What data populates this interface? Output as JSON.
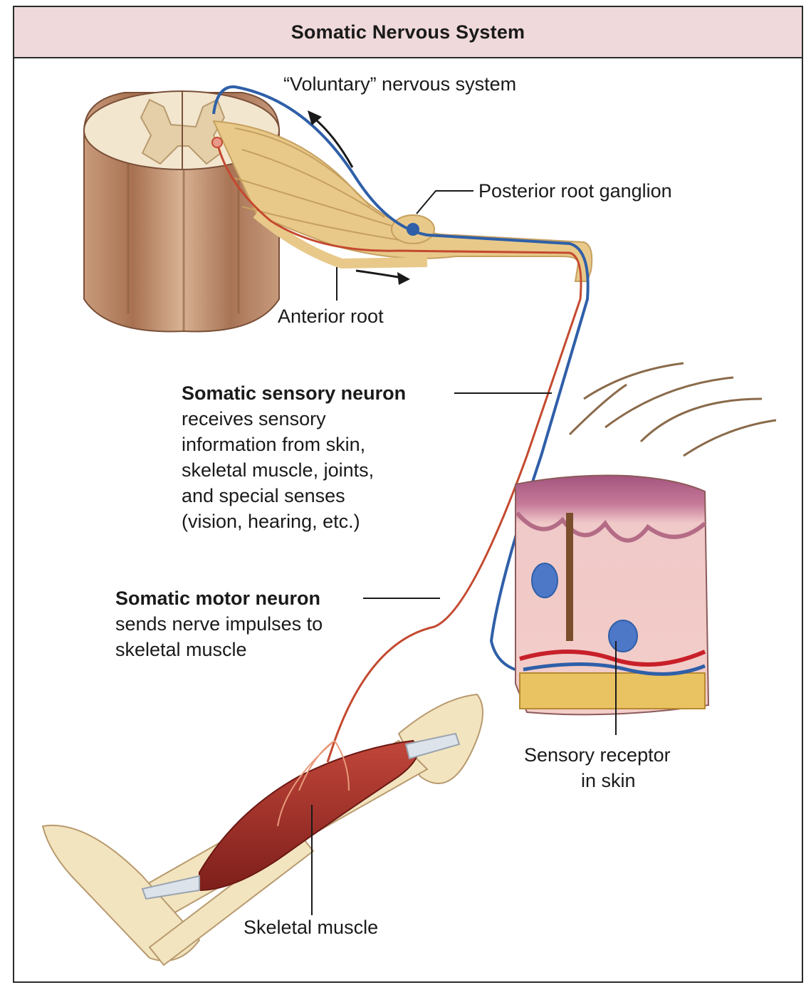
{
  "header": {
    "title": "Somatic Nervous System"
  },
  "labels": {
    "subtitle": "“Voluntary” nervous system",
    "posterior_root_ganglion": "Posterior root ganglion",
    "anterior_root": "Anterior root",
    "sensory_title": "Somatic sensory neuron",
    "sensory_lines": [
      "receives sensory",
      "information from skin,",
      "skeletal muscle, joints,",
      "and special senses",
      "(vision, hearing, etc.)"
    ],
    "motor_title": "Somatic motor neuron",
    "motor_lines": [
      "sends nerve impulses to",
      "skeletal muscle"
    ],
    "sensory_receptor_lines": [
      "Sensory receptor",
      "in skin"
    ],
    "skeletal_muscle": "Skeletal muscle"
  },
  "colors": {
    "header_bg": "#efd9da",
    "sensory_neuron": "#2f5fa8",
    "motor_neuron": "#c4492f",
    "nerve": "#e8c98a",
    "spinal_cord": "#b98a6c",
    "muscle": "#a8322a",
    "bone": "#f2e4bf",
    "skin": "#efc4c4"
  }
}
